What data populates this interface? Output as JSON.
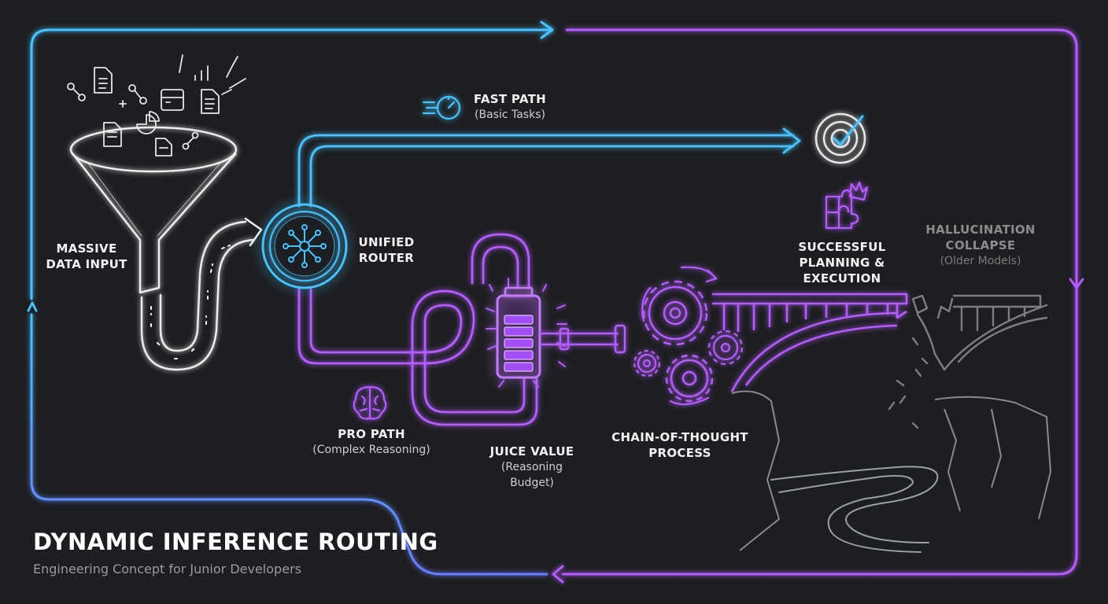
{
  "title": "DYNAMIC INFERENCE ROUTING",
  "subtitle": "Engineering Concept for Junior Developers",
  "labels": {
    "input": {
      "line1": "MASSIVE",
      "line2": "DATA INPUT"
    },
    "router": {
      "line1": "UNIFIED",
      "line2": "ROUTER"
    },
    "fast": {
      "title": "FAST PATH",
      "sub": "(Basic Tasks)"
    },
    "pro": {
      "title": "PRO PATH",
      "sub": "(Complex Reasoning)"
    },
    "juice": {
      "title": "JUICE VALUE",
      "sub1": "(Reasoning",
      "sub2": "Budget)"
    },
    "cot": {
      "line1": "CHAIN-OF-THOUGHT",
      "line2": "PROCESS"
    },
    "success": {
      "line1": "SUCCESSFUL",
      "line2": "PLANNING &",
      "line3": "EXECUTION"
    },
    "hallucination": {
      "line1": "HALLUCINATION",
      "line2": "COLLAPSE",
      "sub": "(Older Models)"
    }
  },
  "icons": [
    "funnel-icon",
    "document-icon",
    "database-icon",
    "chart-icon",
    "network-node-icon",
    "router-hub-icon",
    "speedometer-icon",
    "target-check-icon",
    "brain-icon",
    "battery-icon",
    "gear-icon",
    "puzzle-crown-icon",
    "bridge-icon",
    "broken-bridge-icon",
    "river-icon"
  ],
  "colors": {
    "background": "#1d1e21",
    "cyan": "#46c3ff",
    "purple": "#b45cff",
    "white": "#f2f2f2",
    "gray": "#8c8c8c"
  }
}
